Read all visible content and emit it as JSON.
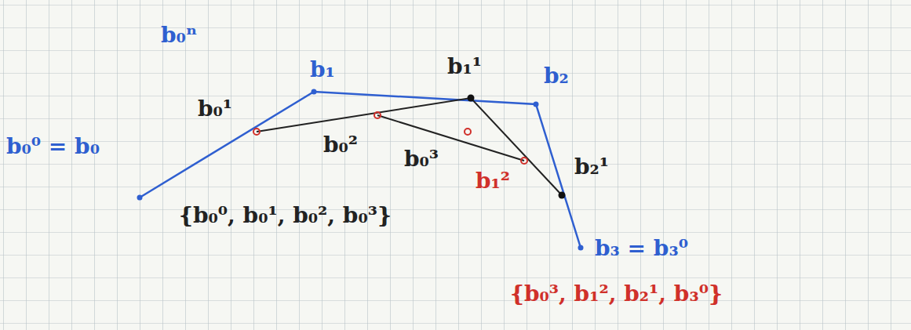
{
  "diagram": {
    "labels": [
      "b₀⁰ = b₀",
      "b₀ⁿ",
      "b₁",
      "b₀¹",
      "b₁¹",
      "b₂",
      "b₀²",
      "b₀³",
      "b₁²",
      "b₂¹",
      "b₃ = b₃⁰",
      "{b₀⁰, b₀¹, b₀², b₀³}",
      "{b₀³, b₁², b₂¹, b₃⁰}"
    ]
  }
}
